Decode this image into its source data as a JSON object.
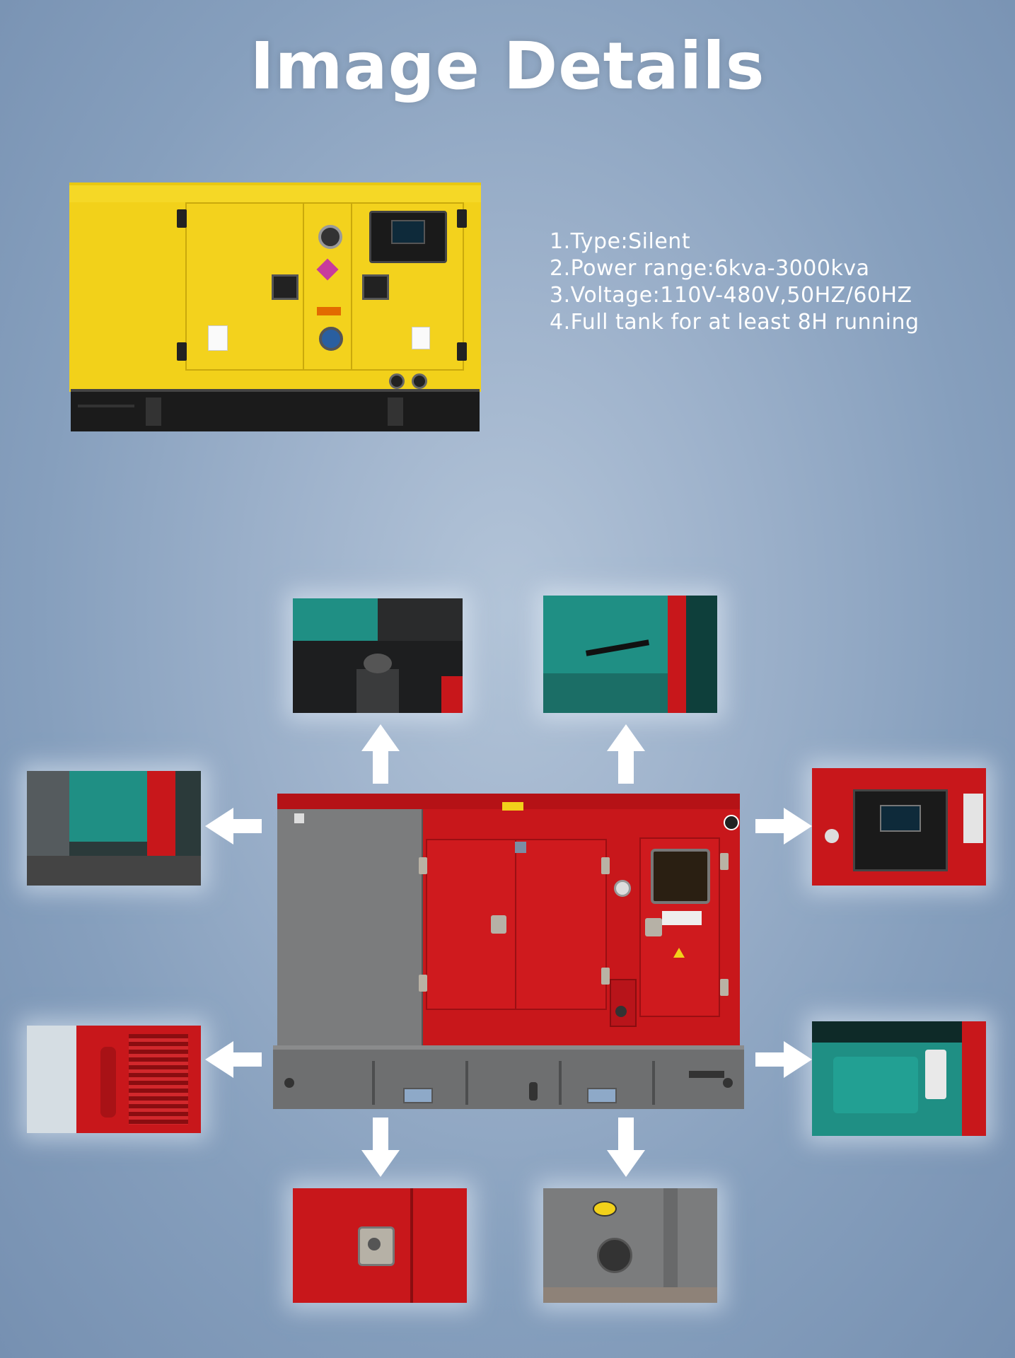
{
  "title": "Image Details",
  "specs": [
    "1.Type:Silent",
    "2.Power range:6kva-3000kva",
    "3.Voltage:110V-480V,50HZ/60HZ",
    "4.Full tank for at least 8H running"
  ],
  "colors": {
    "generator_yellow": "#f2d11a",
    "generator_red": "#c8171b",
    "engine_teal": "#1f8f84",
    "frame_grey": "#6e6f70"
  },
  "icons": {
    "arrows": [
      "arrow-up-icon",
      "arrow-left-icon",
      "arrow-right-icon",
      "arrow-down-icon"
    ]
  }
}
